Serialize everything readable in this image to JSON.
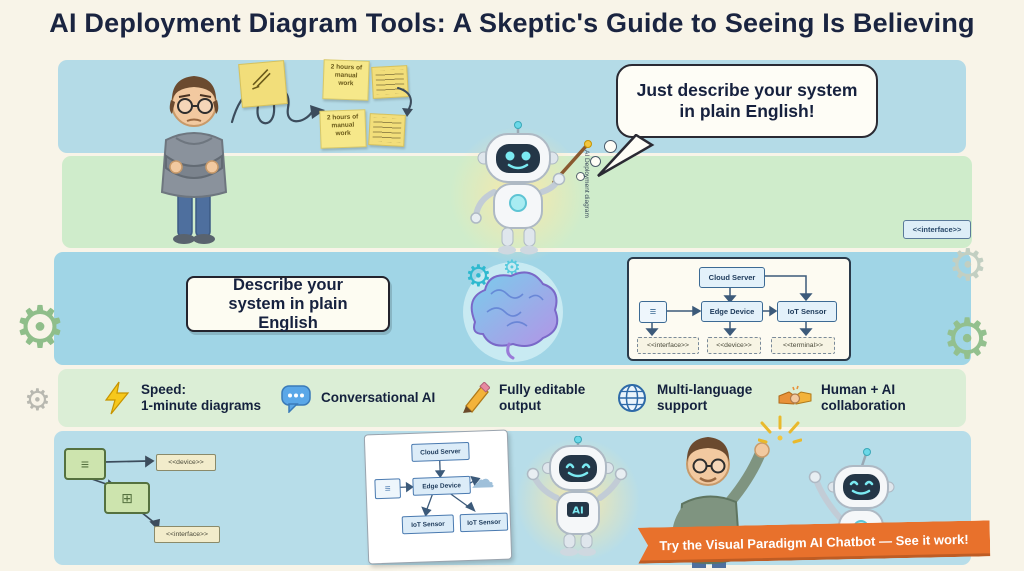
{
  "title": "AI Deployment Diagram Tools: A Skeptic's Guide to Seeing Is Believing",
  "colors": {
    "band_blue": "#b4dbe7",
    "band_green": "#cfeccb",
    "band_deep_blue": "#a0d5e6",
    "banner_orange": "#e8712c",
    "title_navy": "#1a2440",
    "robot_accent_cyan": "#7beaf2",
    "sticky_yellow": "#f6e88a"
  },
  "row1": {
    "sticky_note_1": "2 hours of manual work",
    "sticky_note_2": "2 hours of manual work",
    "speech_bubble": "Just describe your system in plain English!"
  },
  "row2": {
    "interface_tag": "<<interface>>",
    "robot_caption": "AI Deployment diagram"
  },
  "row3": {
    "prompt_box": "Describe your system in plain English",
    "diagram": {
      "node_cloud": "Cloud Server",
      "node_edge": "Edge Device",
      "node_iot": "IoT Sensor",
      "tag_interface": "<<interface>>",
      "tag_device": "<<device>>",
      "tag_terminal": "<<terminal>>"
    }
  },
  "features": [
    {
      "icon": "lightning-icon",
      "label": "Speed:\n1-minute diagrams"
    },
    {
      "icon": "chat-bubble-icon",
      "label": "Conversational AI"
    },
    {
      "icon": "pencil-icon",
      "label": "Fully editable\noutput"
    },
    {
      "icon": "globe-icon",
      "label": "Multi-language\nsupport"
    },
    {
      "icon": "handshake-icon",
      "label": "Human + AI\ncollaboration"
    }
  ],
  "row5": {
    "sketch": {
      "tag_device": "<<device>>",
      "tag_interface": "<<interface>>"
    },
    "panel": {
      "node_cloud": "Cloud Server",
      "node_edge": "Edge Device",
      "node_iot_1": "IoT Sensor",
      "node_iot_2": "IoT Sensor"
    },
    "robot_badge": "AI",
    "banner": "Try the Visual Paradigm AI Chatbot — See it work!"
  }
}
